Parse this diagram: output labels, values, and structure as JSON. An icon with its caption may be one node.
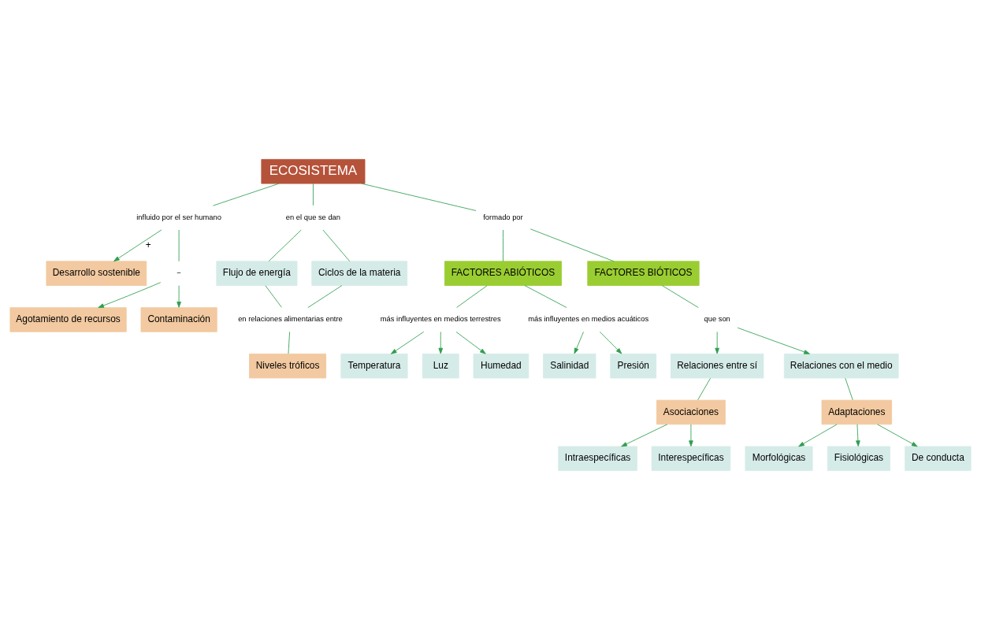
{
  "diagram": {
    "nodes": [
      {
        "text": [
          "ECOSISTEMA"
        ]
      },
      {
        "text": [
          "influido por el ser humano"
        ]
      },
      {
        "text": [
          "Desarrollo sostenible"
        ]
      },
      {
        "text": [
          "Agotamiento de recursos"
        ]
      },
      {
        "text": [
          "Contaminación"
        ]
      },
      {
        "text": [
          "−"
        ]
      },
      {
        "text": [
          "en el que se dan"
        ]
      },
      {
        "text": [
          "Flujo de energía"
        ]
      },
      {
        "text": [
          "Ciclos de la materia"
        ]
      },
      {
        "text": [
          "en relaciones alimentarias entre"
        ]
      },
      {
        "text": [
          "Niveles tróficos"
        ]
      },
      {
        "text": [
          "formado por"
        ]
      },
      {
        "text": [
          "FACTORES ABIÓTICOS"
        ]
      },
      {
        "text": [
          "FACTORES BIÓTICOS"
        ]
      },
      {
        "text": [
          "más influyentes en medios terrestres"
        ]
      },
      {
        "text": [
          "más influyentes en medios acuáticos"
        ]
      },
      {
        "text": [
          "Temperatura"
        ]
      },
      {
        "text": [
          "Luz"
        ]
      },
      {
        "text": [
          "Humedad"
        ]
      },
      {
        "text": [
          "Salinidad"
        ]
      },
      {
        "text": [
          "Presión"
        ]
      },
      {
        "text": [
          "que son"
        ]
      },
      {
        "text": [
          "Relaciones entre sí"
        ]
      },
      {
        "text": [
          "Relaciones con el medio"
        ]
      },
      {
        "text": [
          "Asociaciones"
        ]
      },
      {
        "text": [
          "Adaptaciones"
        ]
      },
      {
        "text": [
          "Intraespecíficas"
        ]
      },
      {
        "text": [
          "Interespecíficas"
        ]
      },
      {
        "text": [
          "Morfológicas"
        ]
      },
      {
        "text": [
          "Fisiológicas"
        ]
      },
      {
        "text": [
          "De conducta"
        ]
      }
    ],
    "edges": [
      {
        "from": 0,
        "to": 1,
        "arrow": "none"
      },
      {
        "from": 1,
        "to": 2,
        "arrow": "to",
        "label": "+"
      },
      {
        "from": 1,
        "to": 5,
        "arrow": "none"
      },
      {
        "from": 5,
        "to": 3,
        "arrow": "to"
      },
      {
        "from": 5,
        "to": 4,
        "arrow": "to"
      },
      {
        "from": 0,
        "to": 6,
        "arrow": "none"
      },
      {
        "from": 6,
        "to": 7,
        "arrow": "none"
      },
      {
        "from": 6,
        "to": 8,
        "arrow": "none"
      },
      {
        "from": 7,
        "to": 9,
        "arrow": "none"
      },
      {
        "from": 8,
        "to": 9,
        "arrow": "none"
      },
      {
        "from": 9,
        "to": 10,
        "arrow": "none"
      },
      {
        "from": 0,
        "to": 11,
        "arrow": "none"
      },
      {
        "from": 11,
        "to": 12,
        "arrow": "none"
      },
      {
        "from": 11,
        "to": 13,
        "arrow": "none"
      },
      {
        "from": 12,
        "to": 14,
        "arrow": "none"
      },
      {
        "from": 12,
        "to": 15,
        "arrow": "none"
      },
      {
        "from": 14,
        "to": 16,
        "arrow": "to"
      },
      {
        "from": 14,
        "to": 17,
        "arrow": "to"
      },
      {
        "from": 14,
        "to": 18,
        "arrow": "to"
      },
      {
        "from": 15,
        "to": 19,
        "arrow": "to"
      },
      {
        "from": 15,
        "to": 20,
        "arrow": "to"
      },
      {
        "from": 13,
        "to": 21,
        "arrow": "none"
      },
      {
        "from": 21,
        "to": 22,
        "arrow": "to"
      },
      {
        "from": 21,
        "to": 23,
        "arrow": "to"
      },
      {
        "from": 22,
        "to": 24,
        "arrow": "none"
      },
      {
        "from": 23,
        "to": 25,
        "arrow": "none"
      },
      {
        "from": 24,
        "to": 26,
        "arrow": "to"
      },
      {
        "from": 24,
        "to": 27,
        "arrow": "to"
      },
      {
        "from": 25,
        "to": 28,
        "arrow": "to"
      },
      {
        "from": 25,
        "to": 29,
        "arrow": "to"
      },
      {
        "from": 25,
        "to": 30,
        "arrow": "to"
      }
    ]
  }
}
